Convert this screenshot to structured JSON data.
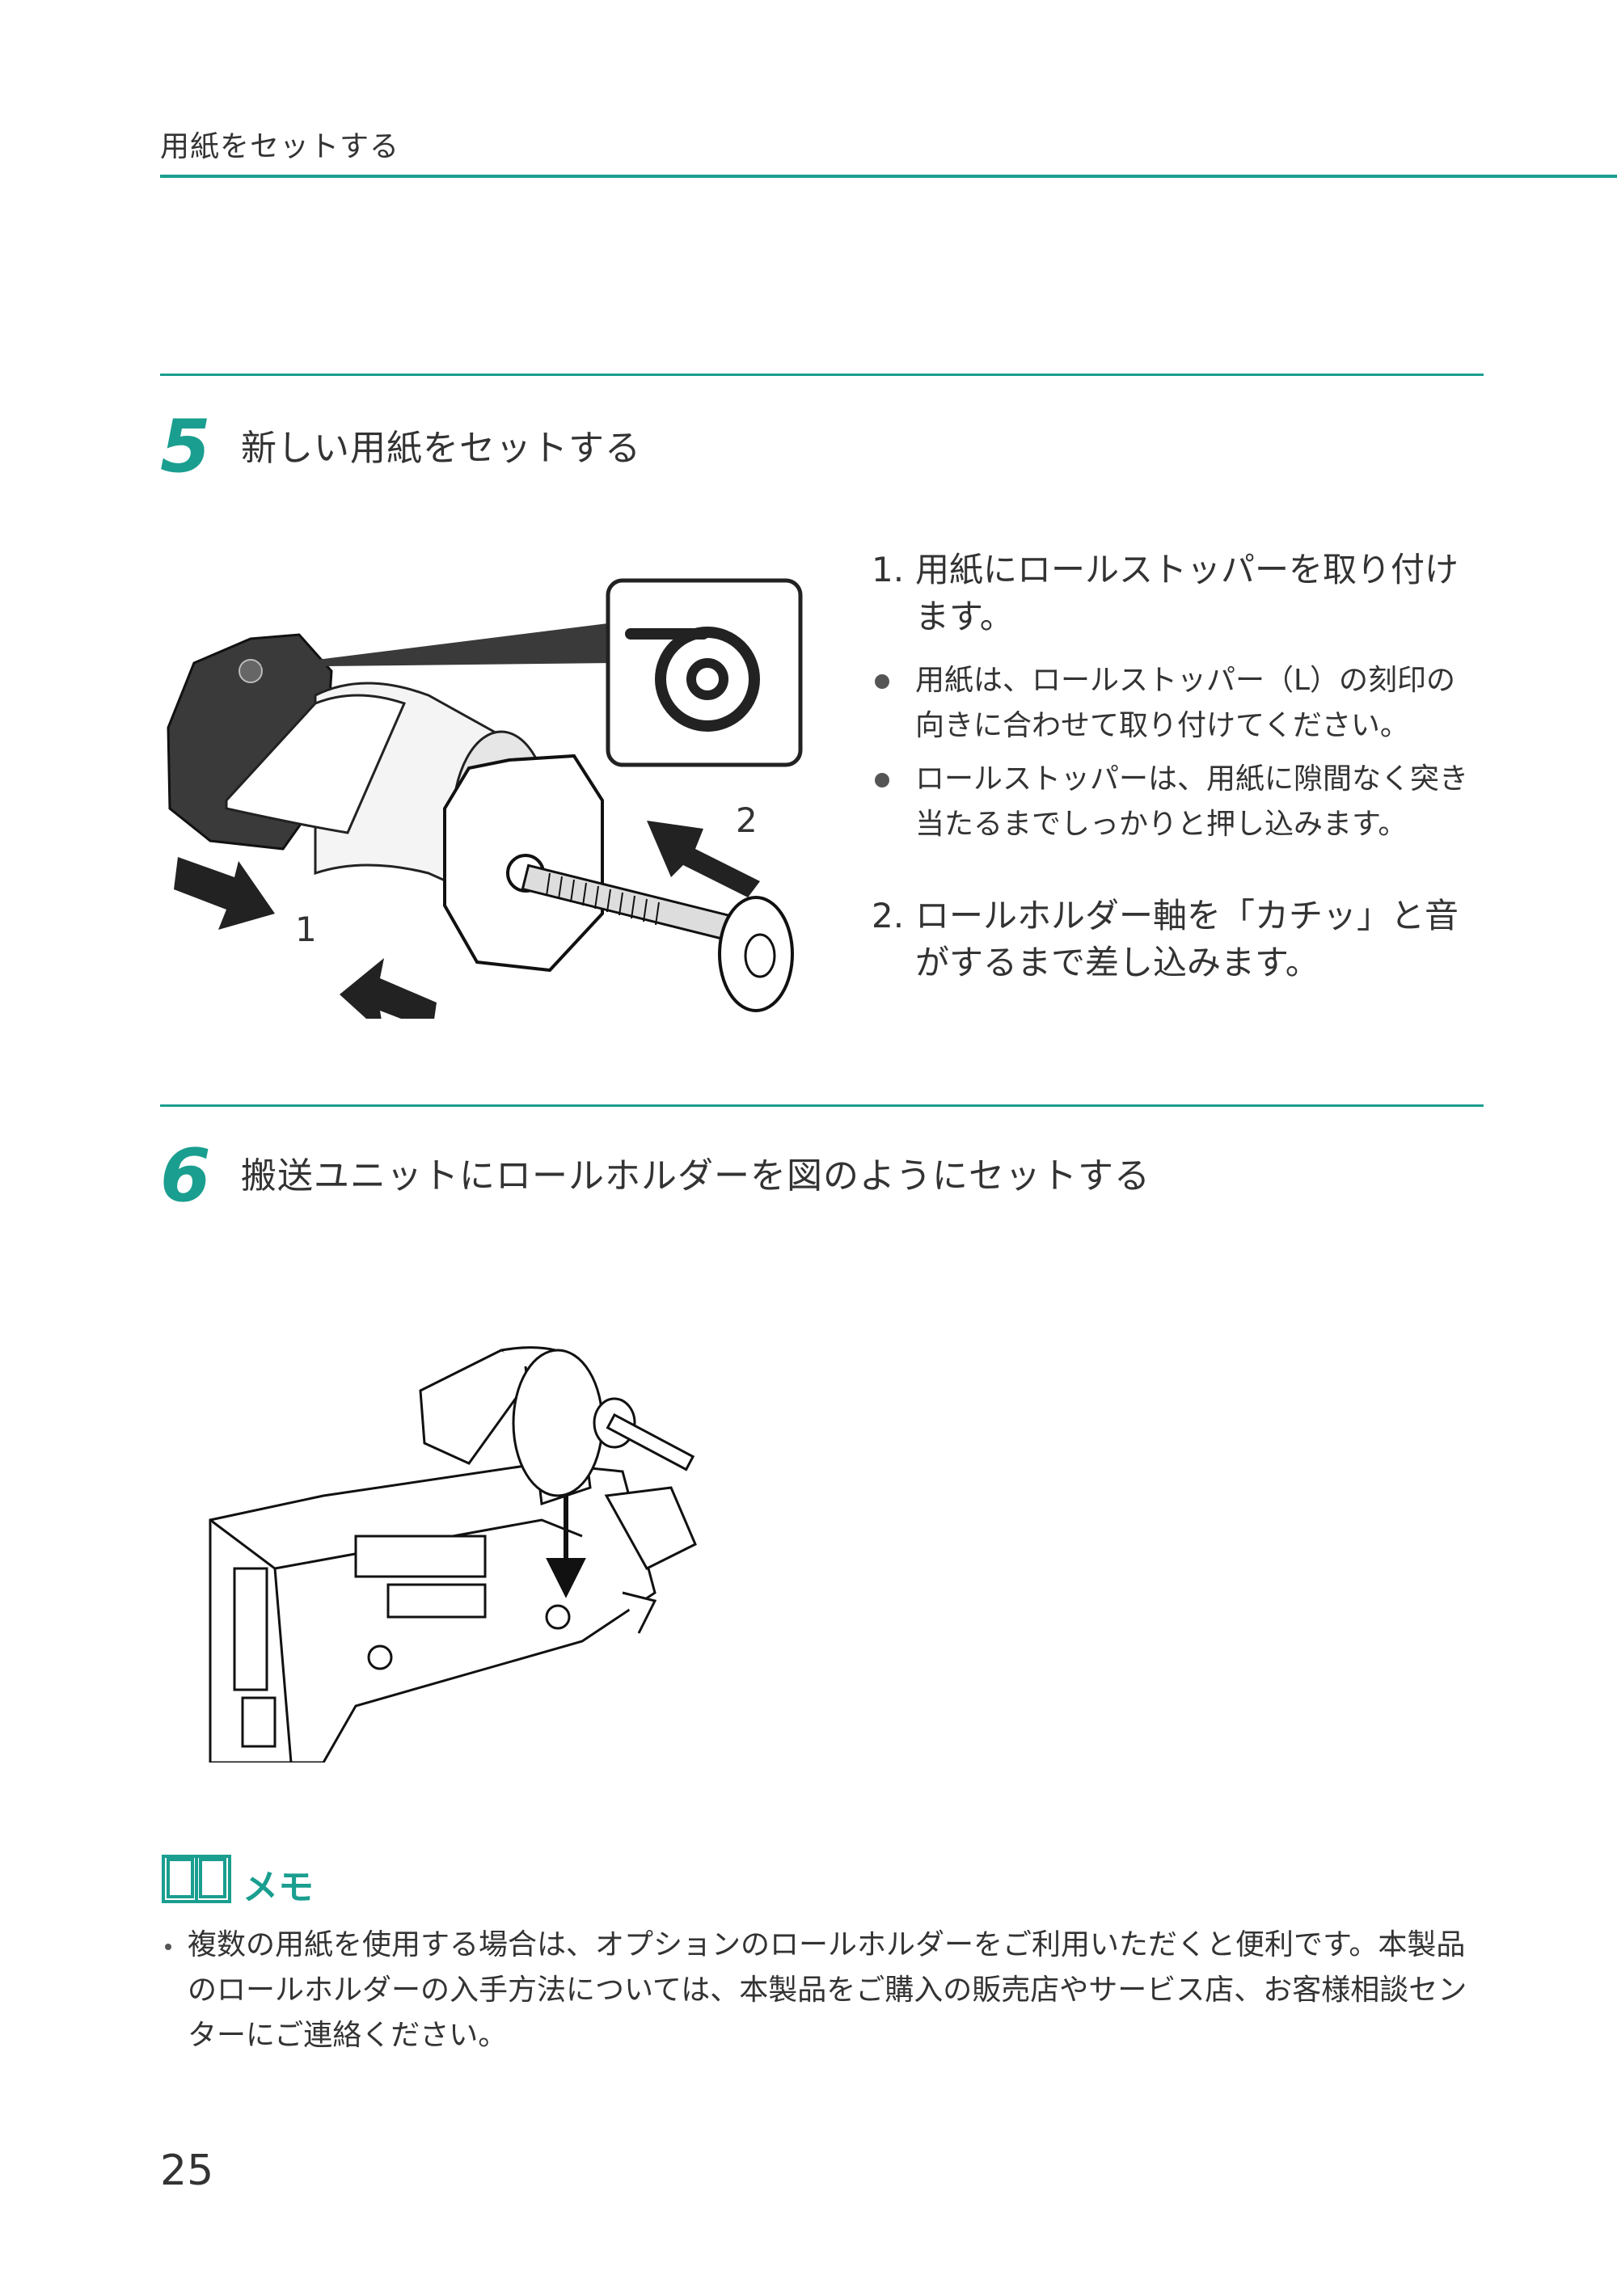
{
  "header": {
    "section_title": "用紙をセットする"
  },
  "steps": [
    {
      "number": "5",
      "title": "新しい用紙をセットする"
    },
    {
      "number": "6",
      "title": "搬送ユニットにロールホルダーを図のようにセットする"
    }
  ],
  "step5_instructions": {
    "item1_num": "1.",
    "item1_line1": "用紙にロールストッパーを取り付け",
    "item1_line2": "ます。",
    "bullet1_line1": "用紙は、ロールストッパー（L）の刻印の",
    "bullet1_line2": "向きに合わせて取り付けてください。",
    "bullet2_line1": "ロールストッパーは、用紙に隙間なく突き",
    "bullet2_line2": "当たるまでしっかりと押し込みます。",
    "item2_num": "2.",
    "item2_line1": "ロールホルダー軸を「カチッ」と音",
    "item2_line2": "がするまで差し込みます。"
  },
  "figure1": {
    "label_1": "1",
    "label_2": "2"
  },
  "memo": {
    "title": "メモ",
    "line1": "複数の用紙を使用する場合は、オプションのロールホルダーをご利用いただくと便利です。本製品",
    "line2": "のロールホルダーの入手方法については、本製品をご購入の販売店やサービス店、お客様相談セン",
    "line3": "ターにご連絡ください。"
  },
  "footer": {
    "page_number": "25"
  },
  "colors": {
    "accent": "#1a9e8f"
  }
}
